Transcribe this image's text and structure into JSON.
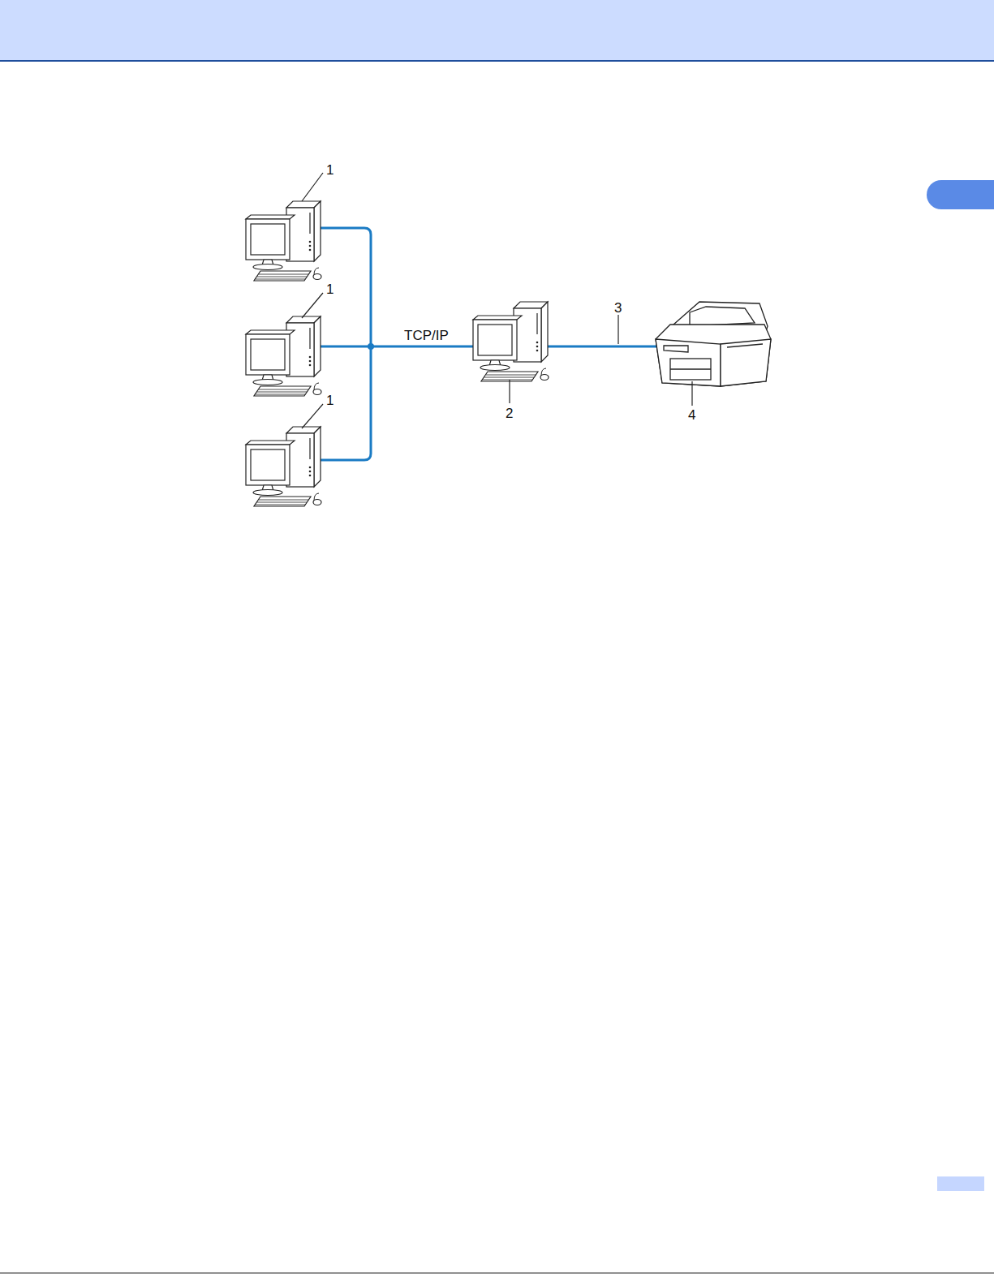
{
  "diagram": {
    "labels": [
      "1",
      "1",
      "1",
      "TCP/IP",
      "2",
      "3",
      "4"
    ]
  }
}
